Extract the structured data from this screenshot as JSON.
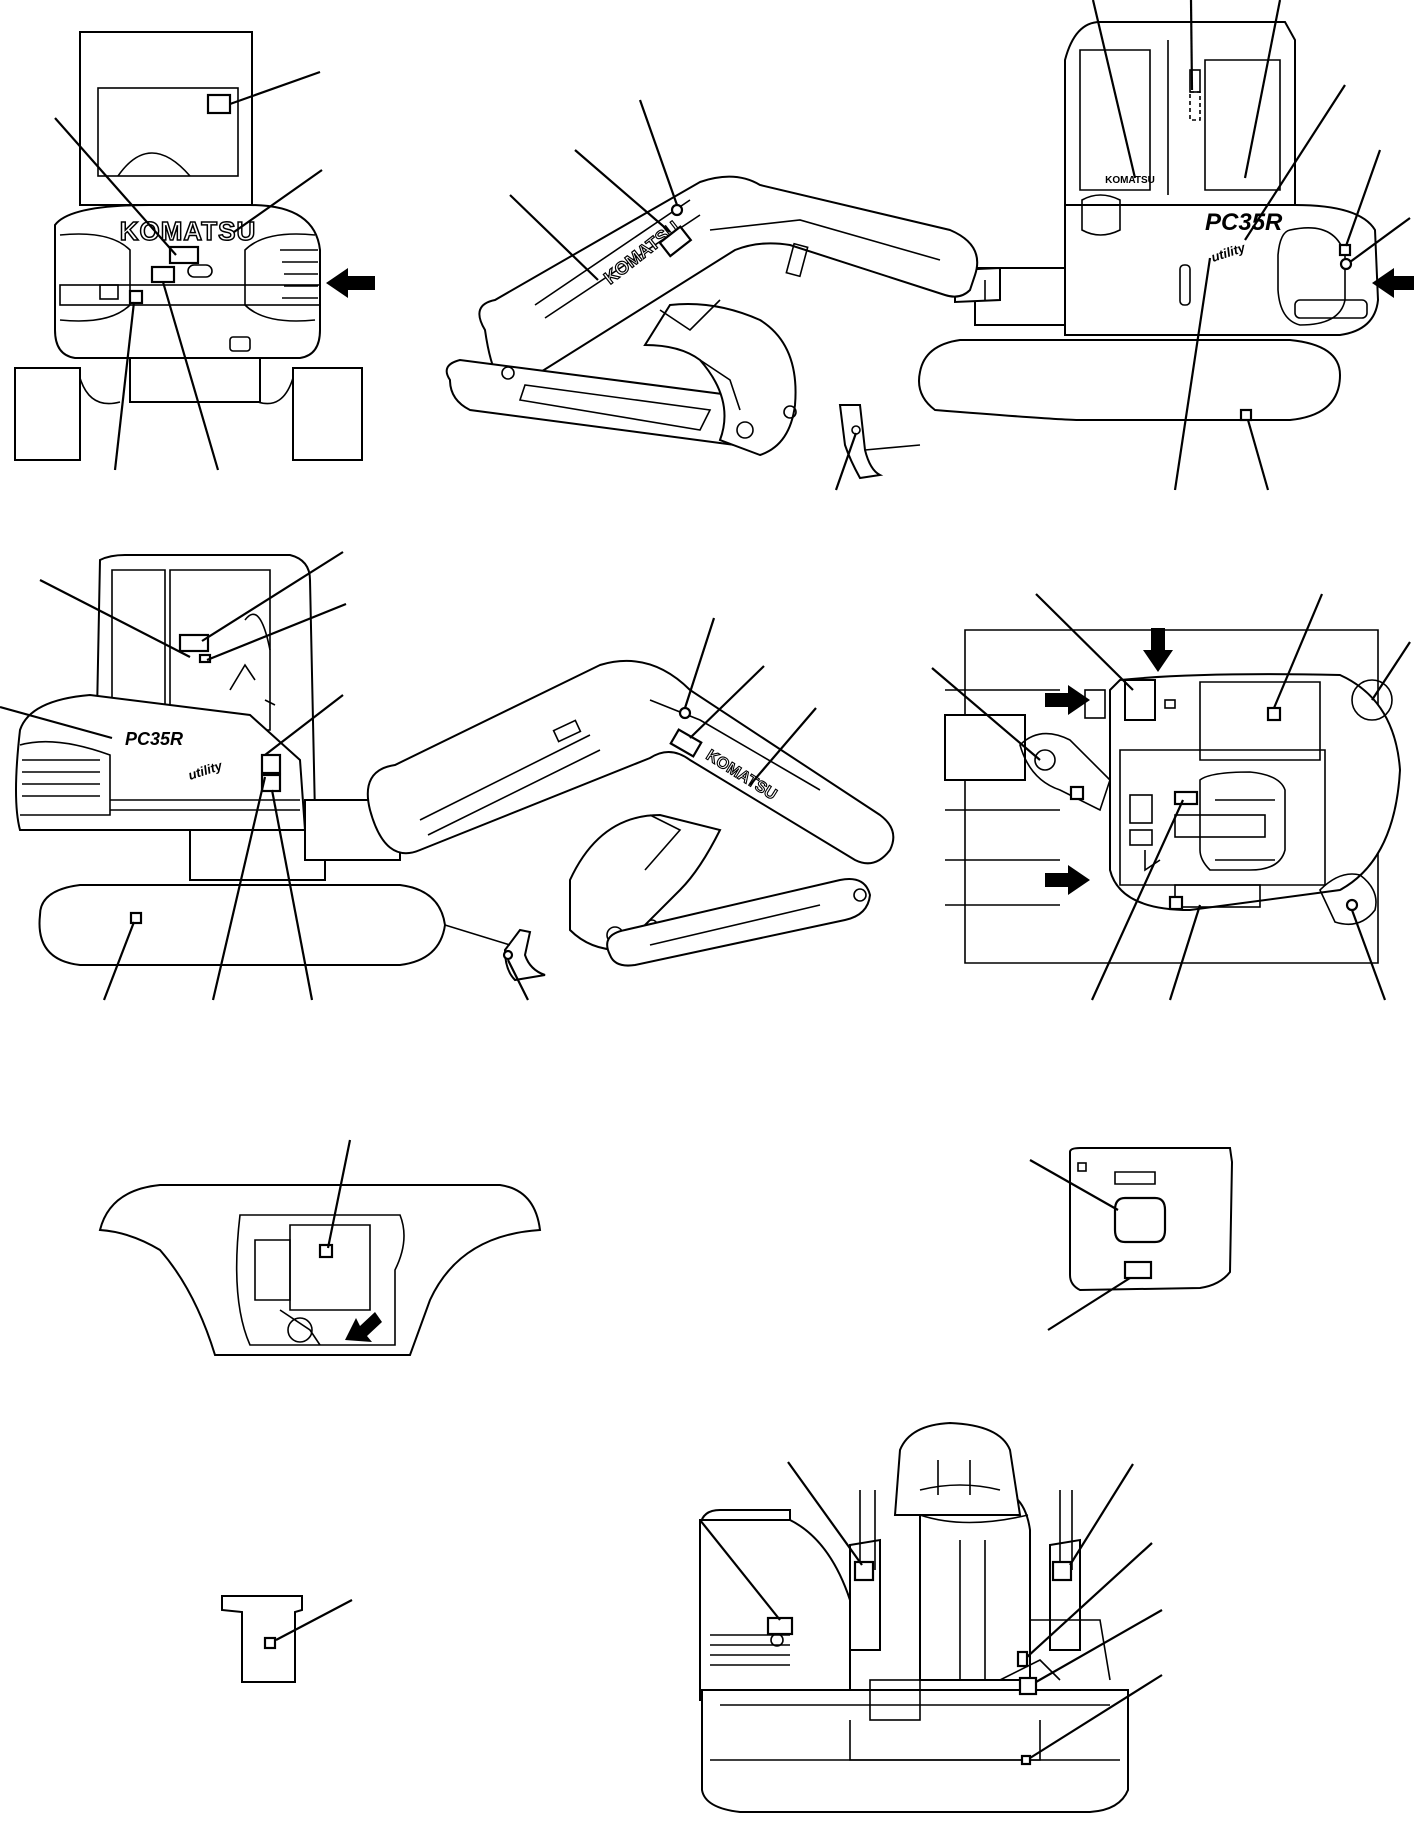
{
  "diagram": {
    "brand_text": "KOMATSU",
    "model_text": "PC35R",
    "emblem_text": "utility"
  }
}
